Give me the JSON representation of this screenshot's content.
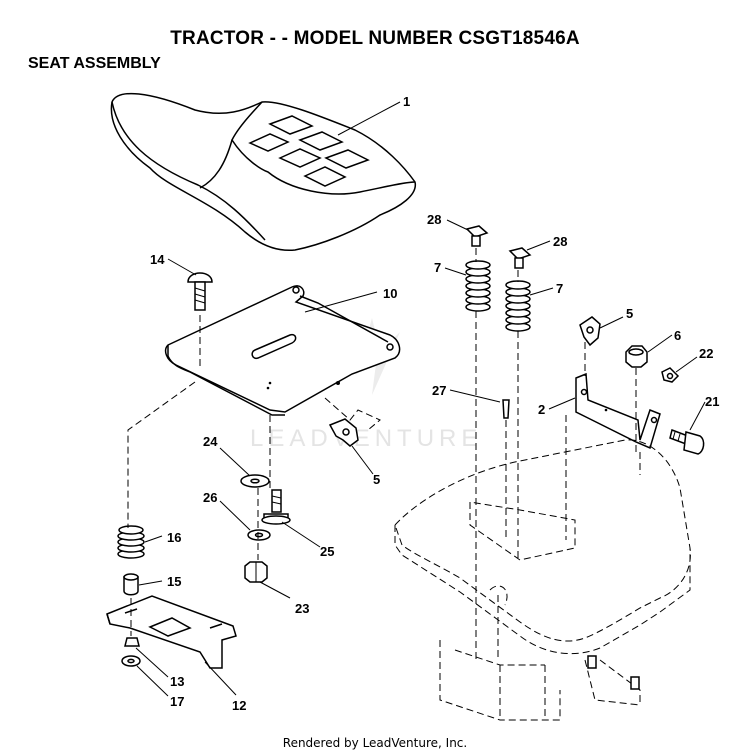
{
  "header": {
    "title": "TRACTOR - - MODEL NUMBER CSGT18546A",
    "subtitle": "SEAT ASSEMBLY"
  },
  "watermark": {
    "text": "LEADVENTURE"
  },
  "footer": {
    "text": "Rendered by LeadVenture, Inc."
  },
  "callouts": {
    "c1": "1",
    "c2": "2",
    "c5a": "5",
    "c5b": "5",
    "c6": "6",
    "c7a": "7",
    "c7b": "7",
    "c10": "10",
    "c12": "12",
    "c13": "13",
    "c14": "14",
    "c15": "15",
    "c16": "16",
    "c17": "17",
    "c21": "21",
    "c22": "22",
    "c23": "23",
    "c24": "24",
    "c25": "25",
    "c26": "26",
    "c27": "27",
    "c28a": "28",
    "c28b": "28"
  }
}
